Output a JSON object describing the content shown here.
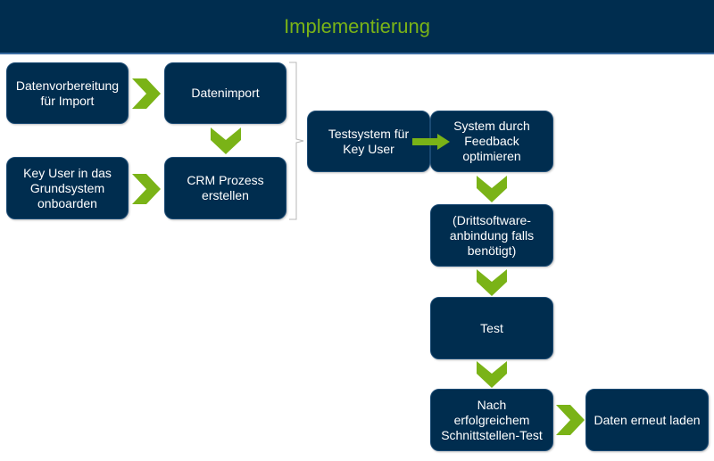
{
  "header": {
    "title": "Implementierung"
  },
  "colors": {
    "box_fill": "#002d4f",
    "accent": "#7ab317",
    "text": "#ffffff"
  },
  "steps": [
    {
      "id": "datenvorbereitung",
      "label": "Datenvorbereitung\nfür Import"
    },
    {
      "id": "datenimport",
      "label": "Datenimport"
    },
    {
      "id": "key-user-onboarden",
      "label": "Key User in das\nGrundsystem\nonboarden"
    },
    {
      "id": "crm-prozess",
      "label": "CRM Prozess\nerstellen"
    },
    {
      "id": "testsystem",
      "label": "Testsystem für\nKey User"
    },
    {
      "id": "system-optimieren",
      "label": "System durch\nFeedback\noptimieren"
    },
    {
      "id": "drittsoftware",
      "label": "(Drittsoftware-\nanbindung falls\nbenötigt)"
    },
    {
      "id": "test",
      "label": "Test"
    },
    {
      "id": "nach-schnittstellen-test",
      "label": "Nach\nerfolgreichem\nSchnittstellen-Test"
    },
    {
      "id": "daten-erneut-laden",
      "label": "Daten erneut laden"
    }
  ]
}
